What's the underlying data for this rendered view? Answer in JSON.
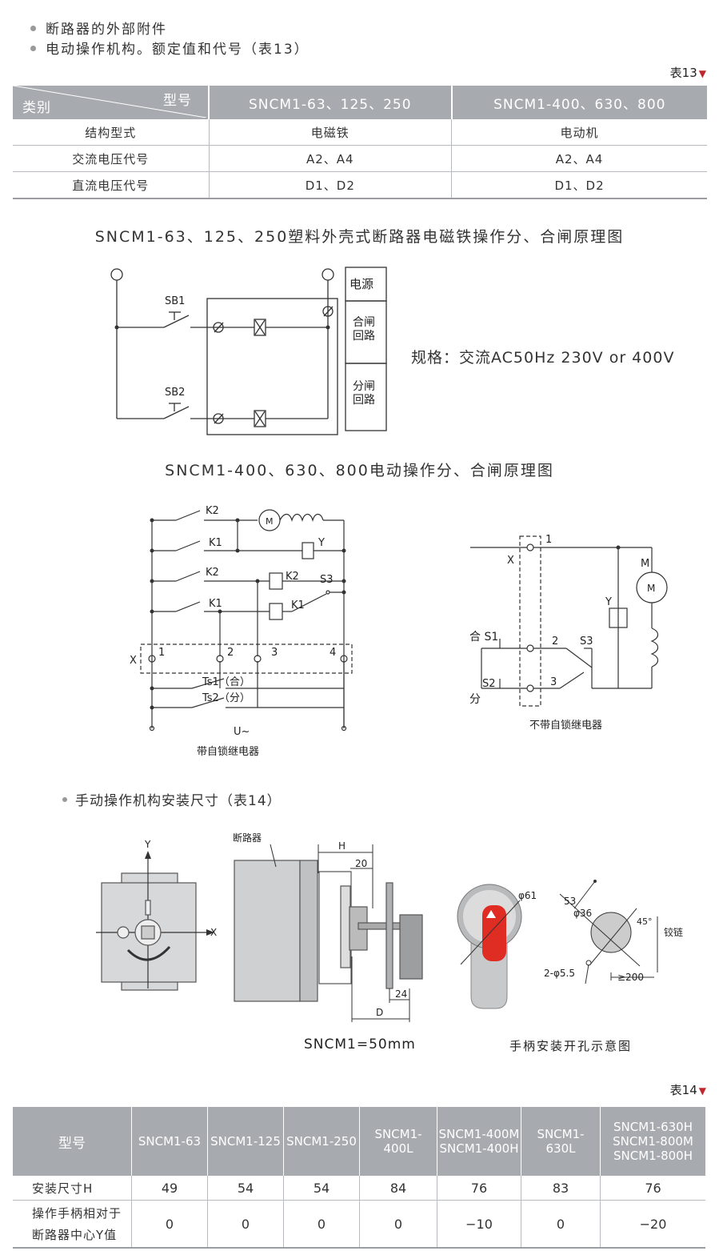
{
  "bullets": [
    "断路器的外部附件",
    "电动操作机构。额定值和代号（表13）"
  ],
  "table13": {
    "tag": "表13",
    "header_model": "型号",
    "header_category": "类别",
    "col1": "SNCM1-63、125、250",
    "col2": "SNCM1-400、630、800",
    "rows": [
      {
        "label": "结构型式",
        "v1": "电磁铁",
        "v2": "电动机"
      },
      {
        "label": "交流电压代号",
        "v1": "A2、A4",
        "v2": "A2、A4"
      },
      {
        "label": "直流电压代号",
        "v1": "D1、D2",
        "v2": "D1、D2"
      }
    ]
  },
  "diagram1": {
    "title": "SNCM1-63、125、250塑料外壳式断路器电磁铁操作分、合闸原理图",
    "sb1": "SB1",
    "sb2": "SB2",
    "box_power": "电源",
    "box_close": [
      "合闸",
      "回路"
    ],
    "box_open": [
      "分闸",
      "回路"
    ],
    "spec": "规格：交流AC50Hz 230V or 400V"
  },
  "diagram2": {
    "title": "SNCM1-400、630、800电动操作分、合闸原理图",
    "left": {
      "k2": "K2",
      "k1": "K1",
      "m": "M",
      "y": "Y",
      "s3": "S3",
      "x": "X",
      "t1": "1",
      "t2": "2",
      "t3": "3",
      "t4": "4",
      "ts1": "Ts1（合）",
      "ts2": "Ts2（分）",
      "u": "U~",
      "caption": "带自锁继电器"
    },
    "right": {
      "x": "X",
      "n1": "1",
      "n2": "2",
      "n3": "3",
      "s1": "合 S1",
      "s2": "S2",
      "fen": "分",
      "s3": "S3",
      "y": "Y",
      "m": "M",
      "caption": "不带自锁继电器"
    }
  },
  "bullet3": "手动操作机构安装尺寸（表14）",
  "diagram3": {
    "y": "Y",
    "x": "X",
    "breaker": "断路器",
    "h": "H",
    "d20": "20",
    "d24": "24",
    "d": "D",
    "phi61": "φ61",
    "d53": "53",
    "phi36": "φ36",
    "a45": "45°",
    "hinge": "铰链",
    "holes": "2-φ5.5",
    "d200": "≥200",
    "caption_left": "SNCM1=50mm",
    "caption_right": "手柄安装开孔示意图"
  },
  "table14": {
    "tag": "表14",
    "headers": [
      "型号",
      "SNCM1-63",
      "SNCM1-125",
      "SNCM1-250",
      "SNCM1-400L",
      [
        "SNCM1-400M",
        "SNCM1-400H"
      ],
      "SNCM1-630L",
      [
        "SNCM1-630H",
        "SNCM1-800M",
        "SNCM1-800H"
      ]
    ],
    "rows": [
      {
        "label": "安装尺寸H",
        "values": [
          "49",
          "54",
          "54",
          "84",
          "76",
          "83",
          "76"
        ]
      },
      {
        "label": [
          "操作手柄相对于",
          "断路器中心Y值"
        ],
        "values": [
          "0",
          "0",
          "0",
          "0",
          "−10",
          "0",
          "−20"
        ]
      }
    ]
  }
}
